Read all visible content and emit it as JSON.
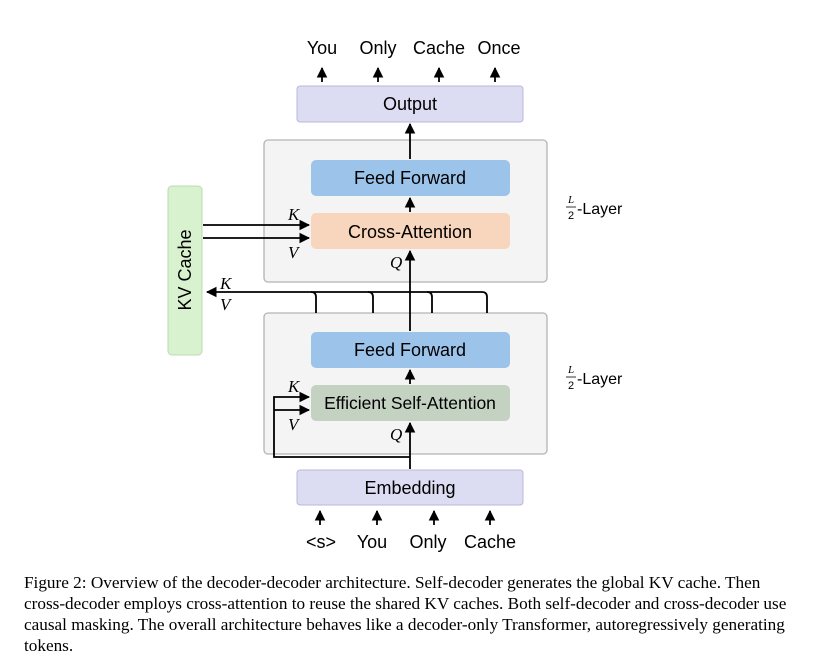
{
  "top_tokens": [
    "You",
    "Only",
    "Cache",
    "Once"
  ],
  "bottom_tokens": [
    "<s>",
    "You",
    "Only",
    "Cache"
  ],
  "output_label": "Output",
  "embedding_label": "Embedding",
  "kv_cache_label": "KV Cache",
  "cross_decoder": {
    "feed_forward": "Feed Forward",
    "attention": "Cross-Attention",
    "k": "K",
    "v": "V",
    "q": "Q",
    "layer_frac_num": "L",
    "layer_frac_den": "2",
    "layer_suffix": "-Layer"
  },
  "self_decoder": {
    "feed_forward": "Feed Forward",
    "attention": "Efficient Self-Attention",
    "k": "K",
    "v": "V",
    "q": "Q",
    "layer_frac_num": "L",
    "layer_frac_den": "2",
    "layer_suffix": "-Layer"
  },
  "kv_out": {
    "k": "K",
    "v": "V"
  },
  "caption": "Figure 2: Overview of the decoder-decoder architecture. Self-decoder generates the global KV cache. Then cross-decoder employs cross-attention to reuse the shared KV caches. Both self-decoder and cross-decoder use causal masking. The overall architecture behaves like a decoder-only Transformer, autoregressively generating tokens.",
  "colors": {
    "output_fill": "#dcdcf2",
    "embedding_fill": "#dcdcf2",
    "block_fill": "#f4f4f4",
    "feed_forward_fill": "#9cc4ea",
    "cross_attention_fill": "#f7d6bd",
    "self_attention_fill": "#c4d2c2",
    "kv_cache_fill": "#d8f2cf"
  }
}
